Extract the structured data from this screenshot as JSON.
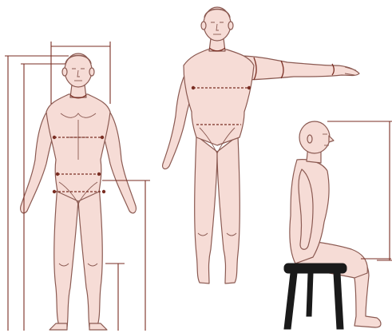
{
  "diagram": {
    "subject": "body-measurement-illustration",
    "figures": [
      {
        "id": "front-standing",
        "pose": "standing-front"
      },
      {
        "id": "arm-extended",
        "pose": "standing-arm-out"
      },
      {
        "id": "seated-side",
        "pose": "seated-profile"
      }
    ],
    "colors": {
      "skin": "#f6dcd6",
      "outline": "#8b5a52",
      "measure_line": "#7a2e23",
      "stool": "#1a1a1a",
      "background": "#ffffff"
    }
  }
}
